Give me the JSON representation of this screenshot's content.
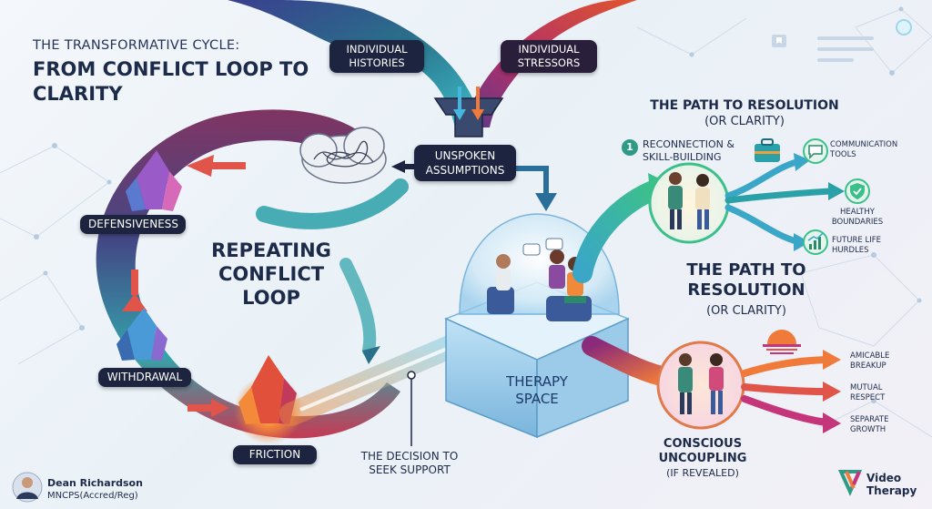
{
  "title": {
    "supertitle": "THE TRANSFORMATIVE CYCLE:",
    "main": "FROM CONFLICT LOOP TO CLARITY"
  },
  "inputs": {
    "left": "INDIVIDUAL HISTORIES",
    "right": "INDIVIDUAL STRESSORS"
  },
  "funnel_label": "UNSPOKEN ASSUMPTIONS",
  "loop": {
    "title": "REPEATING CONFLICT LOOP",
    "stages": [
      "DEFENSIVENESS",
      "WITHDRAWAL",
      "FRICTION"
    ]
  },
  "decision_label": "THE DECISION TO SEEK SUPPORT",
  "therapy_label": "THERAPY SPACE",
  "path_top": {
    "title": "THE PATH TO RESOLUTION",
    "subtitle": "(OR CLARITY)",
    "step_number": "1",
    "step_label": "RECONNECTION & SKILL-BUILDING",
    "items": [
      "COMMUNICATION TOOLS",
      "HEALTHY BOUNDARIES",
      "FUTURE LIFE HURDLES"
    ]
  },
  "path_mid": {
    "title": "THE PATH TO RESOLUTION",
    "subtitle": "(OR CLARITY)"
  },
  "path_bottom": {
    "title": "CONSCIOUS UNCOUPLING",
    "subtitle": "(IF REVEALED)",
    "items": [
      "AMICABLE BREAKUP",
      "MUTUAL RESPECT",
      "SEPARATE GROWTH"
    ]
  },
  "author": {
    "name": "Dean Richardson",
    "credentials": "MNCPS(Accred/Reg)"
  },
  "brand": "Video Therapy",
  "colors": {
    "navy": "#1d2b4a",
    "teal": "#2f9a86",
    "orange": "#f07a3a",
    "magenta": "#c4357a",
    "cyan": "#45b6e0"
  },
  "icons": [
    "bookmark-icon",
    "menu-icon",
    "briefcase-icon",
    "chat-bubble-icon",
    "shield-check-icon",
    "chart-up-icon",
    "sunset-icon",
    "crystal-icon",
    "cloud-scribble-icon",
    "funnel-icon"
  ]
}
